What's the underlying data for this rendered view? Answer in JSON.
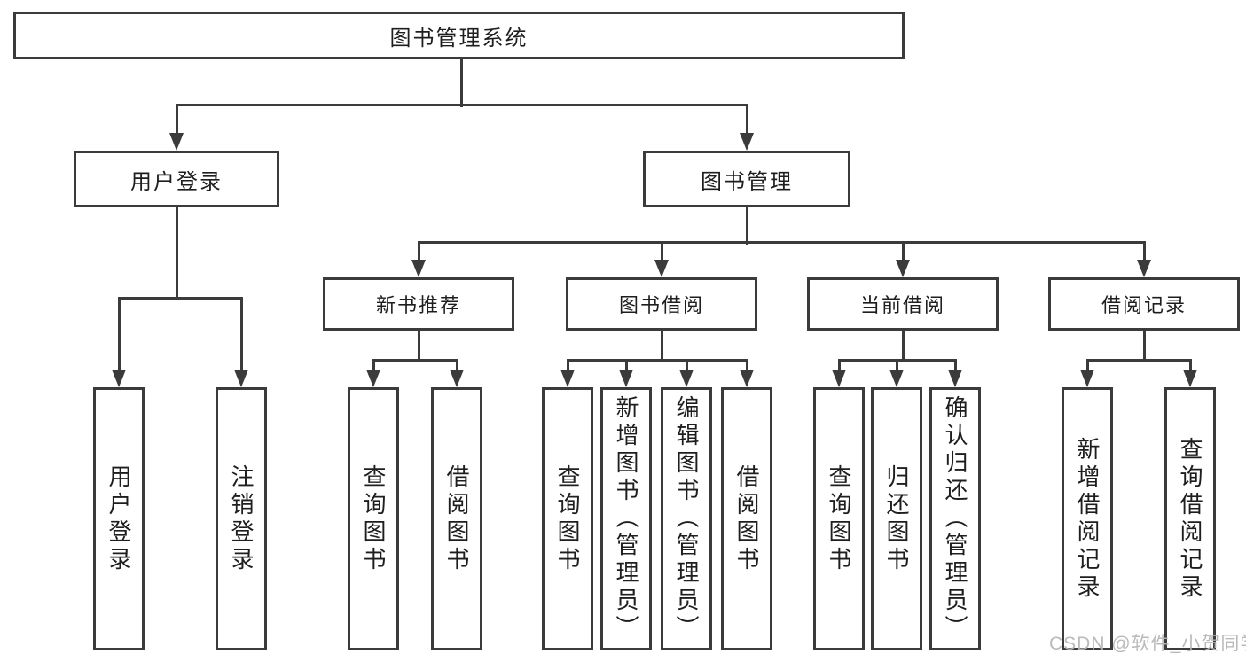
{
  "diagram": {
    "root_label": "图书管理系统",
    "level2": {
      "user_login": "用户登录",
      "book_management": "图书管理"
    },
    "level3": {
      "new_books": "新书推荐",
      "book_borrowing": "图书借阅",
      "current_borrowing": "当前借阅",
      "borrowing_records": "借阅记录"
    },
    "leaves": {
      "user_login": [
        "用户登录",
        "注销登录"
      ],
      "new_books": [
        "查询图书",
        "借阅图书"
      ],
      "book_borrowing": [
        "查询图书",
        "新增图书（管理员）",
        "编辑图书（管理员）",
        "借阅图书"
      ],
      "current_borrowing": [
        "查询图书",
        "归还图书",
        "确认归还（管理员）"
      ],
      "borrowing_records": [
        "新增借阅记录",
        "查询借阅记录"
      ]
    }
  },
  "watermark": {
    "text": "CSDN @软件_小贺同学"
  },
  "colors": {
    "line": "#3b3b3b",
    "text": "#1e1e1e",
    "background": "#ffffff",
    "watermark": "#b5b5b5"
  }
}
